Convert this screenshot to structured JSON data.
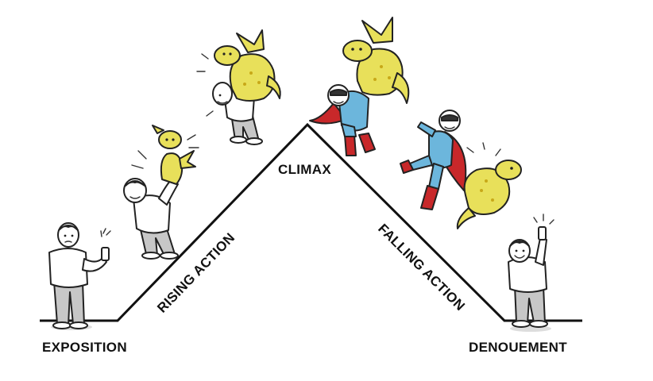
{
  "diagram": {
    "stages": {
      "exposition": "EXPOSITION",
      "rising_action": "RISING ACTION",
      "climax": "CLIMAX",
      "falling_action": "FALLING ACTION",
      "denouement": "DENOUEMENT"
    },
    "colors": {
      "line": "#111111",
      "dragon": "#e8e05a",
      "hero_suit": "#6cb6dc",
      "hero_cape": "#c8282a",
      "skin": "#f2f2f2",
      "pants": "#bdbdbd"
    },
    "illustrations": [
      "man-holding-phone-icon",
      "man-with-small-dragon-icon",
      "man-grabbed-by-dragon-icon",
      "hero-fighting-dragon-icon",
      "hero-kicking-dragon-icon",
      "happy-man-with-phone-icon"
    ]
  }
}
